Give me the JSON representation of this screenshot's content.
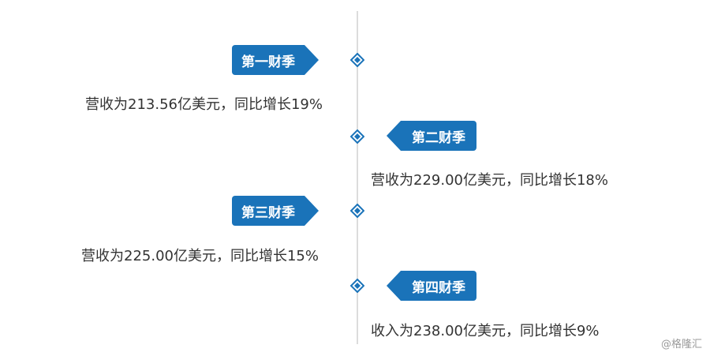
{
  "quarters": [
    {
      "tag": "第一财季",
      "desc": "营收为213.56亿美元，同比增长19%"
    },
    {
      "tag": "第二财季",
      "desc": "营收为229.00亿美元，同比增长18%"
    },
    {
      "tag": "第三财季",
      "desc": "营收为225.00亿美元，同比增长15%"
    },
    {
      "tag": "第四财季",
      "desc": "收入为238.00亿美元，同比增长9%"
    }
  ],
  "watermark": "@格隆汇",
  "colors": {
    "accent": "#1a73b9",
    "axis": "#dcdcdc",
    "text": "#333333"
  }
}
